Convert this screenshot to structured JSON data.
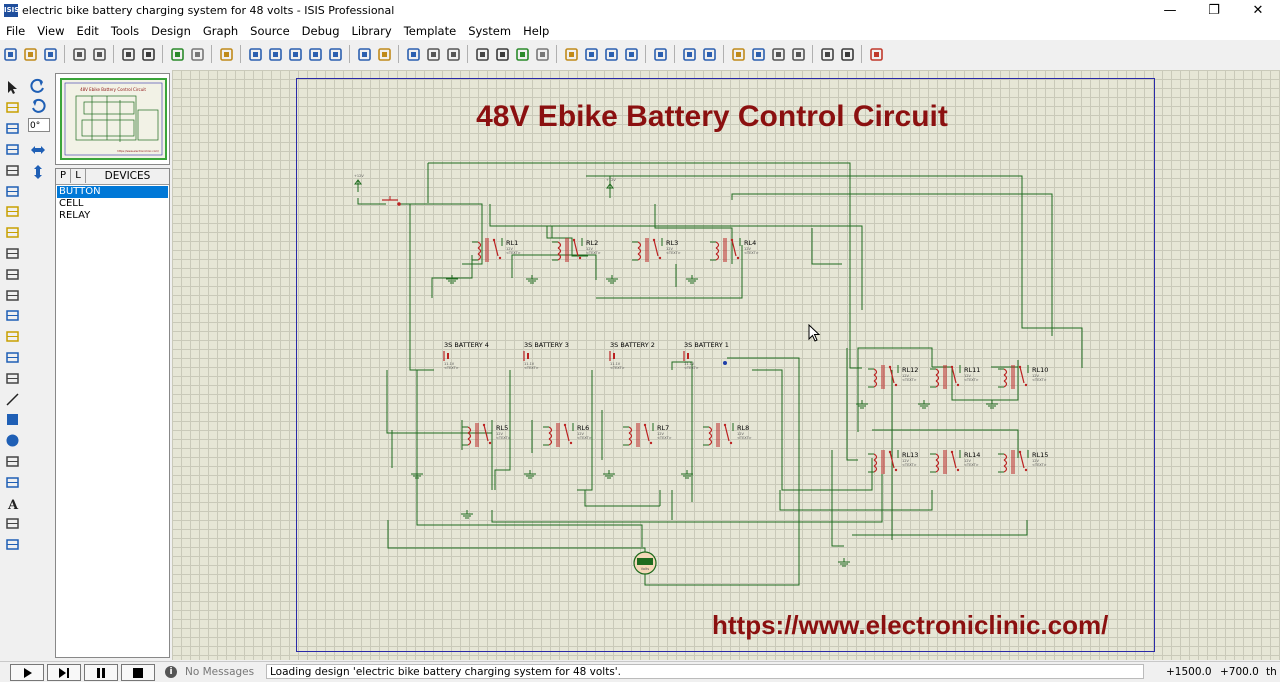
{
  "window": {
    "title": "electric bike battery charging system for 48 volts - ISIS Professional",
    "logo_text": "ISIS",
    "minimize_glyph": "—",
    "maximize_glyph": "❐",
    "close_glyph": "✕"
  },
  "menu": [
    "File",
    "View",
    "Edit",
    "Tools",
    "Design",
    "Graph",
    "Source",
    "Debug",
    "Library",
    "Template",
    "System",
    "Help"
  ],
  "toolbar_icons": [
    "new-file-icon",
    "open-folder-icon",
    "save-icon",
    "|",
    "import-icon",
    "export-icon",
    "|",
    "print-icon",
    "print-area-icon",
    "|",
    "refresh-icon",
    "grid-icon",
    "|",
    "origin-icon",
    "|",
    "pan-icon",
    "zoom-in-icon",
    "zoom-out-icon",
    "zoom-all-icon",
    "zoom-area-icon",
    "|",
    "undo-icon",
    "redo-icon",
    "|",
    "cut-icon",
    "copy-icon",
    "paste-icon",
    "|",
    "block-copy-icon",
    "block-move-icon",
    "block-rotate-icon",
    "block-delete-icon",
    "|",
    "pick-device-icon",
    "make-device-icon",
    "package-icon",
    "decompose-icon",
    "|",
    "wire-autoroute-icon",
    "|",
    "search-tag-icon",
    "property-tool-icon",
    "|",
    "new-sheet-icon",
    "add-sheet-icon",
    "remove-sheet-icon",
    "zoom-to-child-icon",
    "|",
    "bom-icon",
    "erc-icon",
    "|",
    "ares-icon"
  ],
  "left_tools": [
    "selection-icon",
    "component-icon",
    "junction-icon",
    "wire-label-icon",
    "text-script-icon",
    "bus-icon",
    "subcircuit-icon",
    "terminal-icon",
    "device-pin-icon",
    "graph-icon",
    "tape-recorder-icon",
    "generator-icon",
    "voltage-probe-icon",
    "current-probe-icon",
    "virtual-instrument-icon",
    "line-icon",
    "box-icon",
    "circle-icon",
    "arc-icon",
    "path-icon",
    "text-icon",
    "symbol-icon",
    "marker-icon"
  ],
  "rotation": {
    "angle": "0°"
  },
  "devices_panel": {
    "tab_p": "P",
    "tab_l": "L",
    "title": "DEVICES",
    "items": [
      "BUTTON",
      "CELL",
      "RELAY"
    ],
    "selected_index": 0
  },
  "overview": {
    "title": "48V Ebike Battery Control Circuit",
    "url": "https://www.electroniclinic.com/"
  },
  "schematic": {
    "title": "48V Ebike Battery Control Circuit",
    "url": "https://www.electroniclinic.com/",
    "supply_label": "+12V",
    "relays_top": [
      "RL1",
      "RL2",
      "RL3",
      "RL4"
    ],
    "relays_mid": [
      "RL5",
      "RL6",
      "RL7",
      "RL8"
    ],
    "relays_right_top": [
      "RL12",
      "RL11",
      "RL10"
    ],
    "relays_right_bottom": [
      "RL13",
      "RL14",
      "RL15"
    ],
    "relay_voltage": "12V",
    "batteries": [
      "3S BATTERY 4",
      "3S BATTERY 3",
      "3S BATTERY 2",
      "3S BATTERY 1"
    ],
    "battery_voltage": "11.1V",
    "text_placeholder": "<TEXT>",
    "meter_label": "Volts"
  },
  "status": {
    "play_buttons": [
      "play-icon",
      "step-icon",
      "pause-icon",
      "stop-icon"
    ],
    "messages": "No Messages",
    "message_text": "Loading design 'electric bike battery charging system for 48 volts'.",
    "coord_x": "+1500.0",
    "coord_y": "+700.0",
    "units": "th"
  }
}
